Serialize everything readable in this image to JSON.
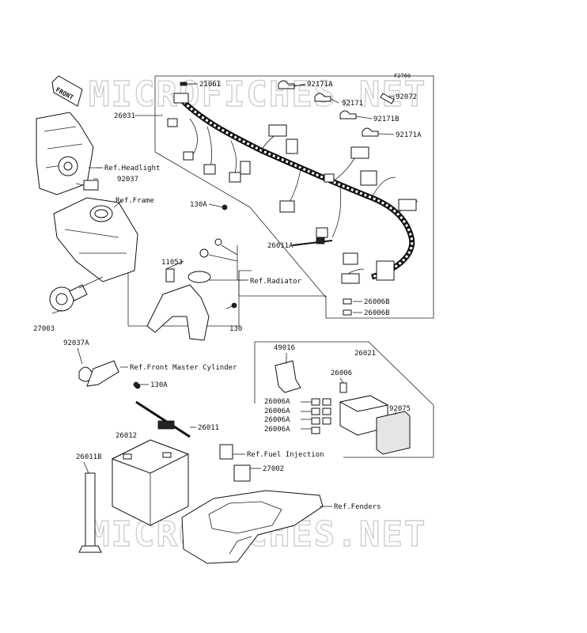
{
  "figure_code": "F2760",
  "watermark": "MICROFICHES.NET",
  "direction_tag": "FRONT",
  "labels": {
    "p21061": "21061",
    "p92171A_1": "92171A",
    "p92171": "92171",
    "p92072": "92072",
    "p92171B": "92171B",
    "p92171A_2": "92171A",
    "p26031": "26031",
    "ref_headlight": "Ref.Headlight",
    "p92037": "92037",
    "ref_frame": "Ref.Frame",
    "p130A_1": "130A",
    "p26011A": "26011A",
    "p11053": "11053",
    "ref_radiator": "Ref.Radiator",
    "p26006B_1": "26006B",
    "p26006B_2": "26006B",
    "p27003": "27003",
    "p130": "130",
    "p92037A": "92037A",
    "ref_front_master_cylinder": "Ref.Front Master Cylinder",
    "p49016": "49016",
    "p26021": "26021",
    "p26006": "26006",
    "p130A_2": "130A",
    "p26006A_1": "26006A",
    "p26006A_2": "26006A",
    "p26006A_3": "26006A",
    "p26006A_4": "26006A",
    "p92075": "92075",
    "p26011": "26011",
    "p26012": "26012",
    "p26011B": "26011B",
    "ref_fuel_injection": "Ref.Fuel Injection",
    "p27002": "27002",
    "ref_fenders": "Ref.Fenders"
  }
}
